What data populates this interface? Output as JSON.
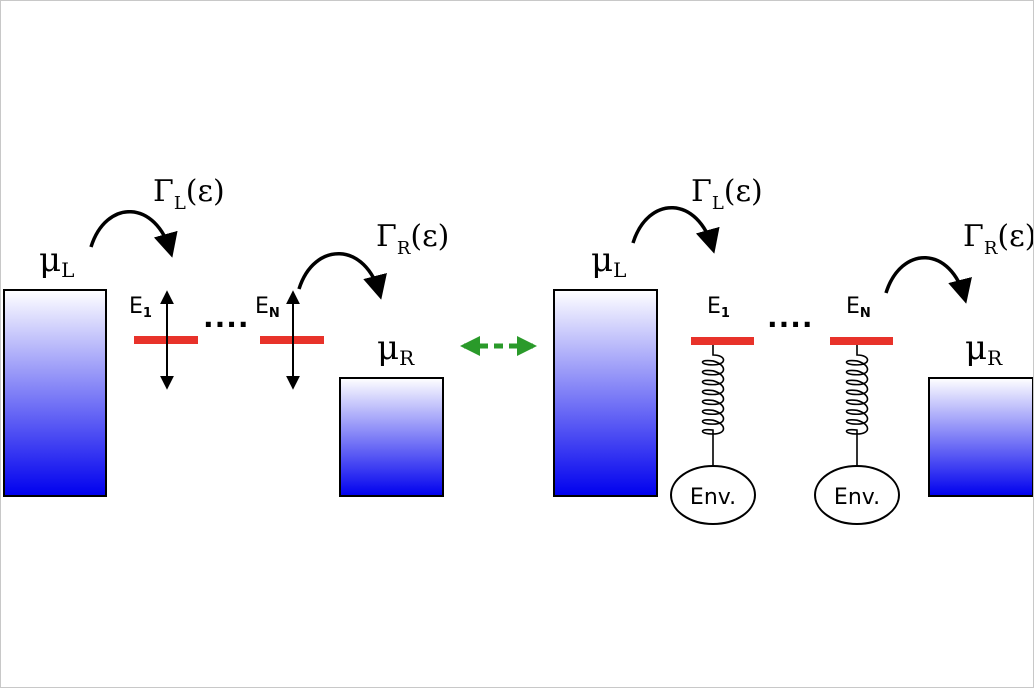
{
  "left_panel": {
    "mu_left": {
      "symbol": "μ",
      "sub": "L"
    },
    "mu_right": {
      "symbol": "μ",
      "sub": "R"
    },
    "gamma_left": {
      "symbol": "Γ",
      "sub": "L",
      "arg": "(ε)"
    },
    "gamma_right": {
      "symbol": "Γ",
      "sub": "R",
      "arg": "(ε)"
    },
    "level_first": {
      "symbol": "E",
      "sub": "1"
    },
    "level_last": {
      "symbol": "E",
      "sub": "N"
    },
    "dots": "····"
  },
  "right_panel": {
    "mu_left": {
      "symbol": "μ",
      "sub": "L"
    },
    "mu_right": {
      "symbol": "μ",
      "sub": "R"
    },
    "gamma_left": {
      "symbol": "Γ",
      "sub": "L",
      "arg": "(ε)"
    },
    "gamma_right": {
      "symbol": "Γ",
      "sub": "R",
      "arg": "(ε)"
    },
    "level_first": {
      "symbol": "E",
      "sub": "1"
    },
    "level_last": {
      "symbol": "E",
      "sub": "N"
    },
    "dots": "····",
    "env_label_1": "Env.",
    "env_label_2": "Env."
  },
  "colors": {
    "reservoir_top": "#ffffff",
    "reservoir_bottom": "#0000ee",
    "level": "#e8322a",
    "arrow": "#000000",
    "equivalence_arrow": "#2a9a2a"
  }
}
